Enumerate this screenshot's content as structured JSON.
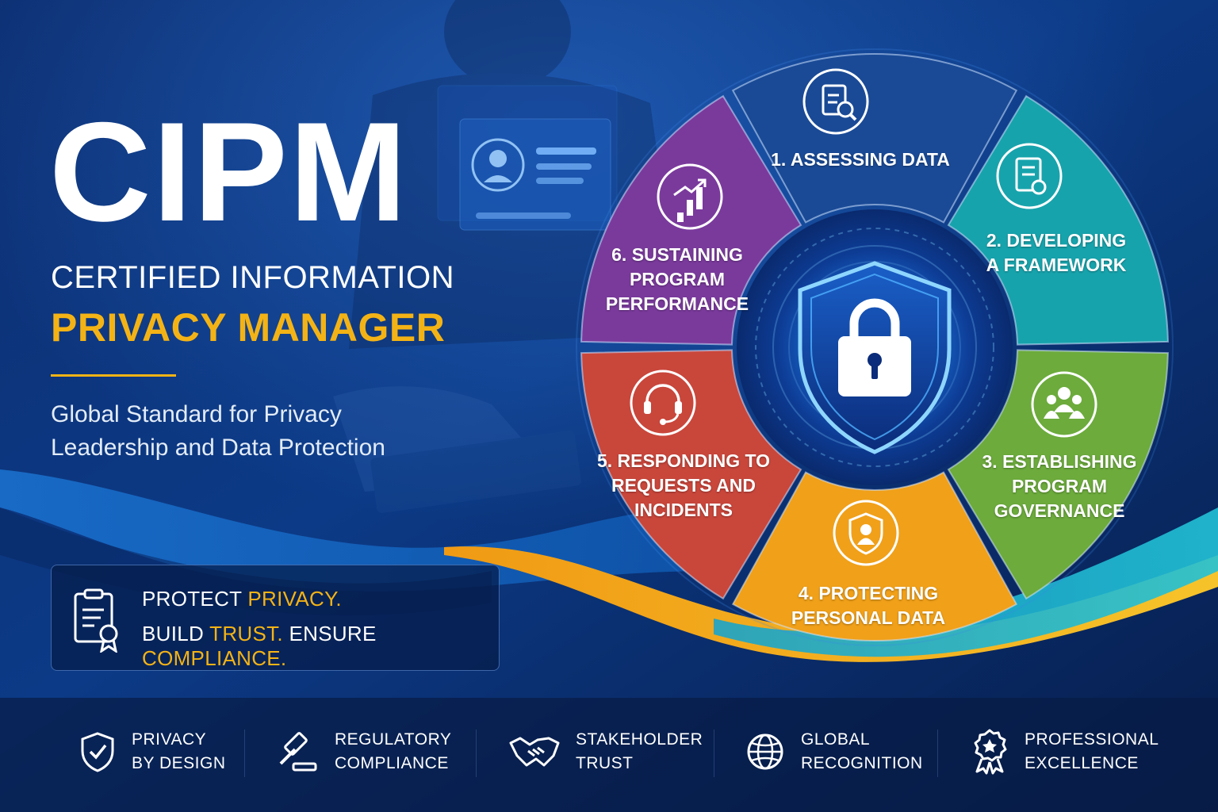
{
  "header": {
    "acronym": "CIPM",
    "title_line1": "CERTIFIED INFORMATION",
    "title_line2": "PRIVACY MANAGER",
    "subtitle_line1": "Global Standard for Privacy",
    "subtitle_line2": "Leadership and Data Protection"
  },
  "motto": {
    "line1_part1": "PROTECT ",
    "line1_part2": "PRIVACY.",
    "line2_part1": "BUILD ",
    "line2_part2": "TRUST.",
    "line2_part3": " ENSURE ",
    "line2_part4": "COMPLIANCE."
  },
  "cycle": {
    "center_icon": "shield-lock-icon",
    "segments": [
      {
        "lines": [
          "1. ASSESSING DATA"
        ],
        "icon": "clipboard-search-icon",
        "color": "#1a4a96"
      },
      {
        "lines": [
          "2. DEVELOPING",
          "A FRAMEWORK"
        ],
        "icon": "document-gear-icon",
        "color": "#17a3ac"
      },
      {
        "lines": [
          "3. ESTABLISHING",
          "PROGRAM",
          "GOVERNANCE"
        ],
        "icon": "people-group-icon",
        "color": "#6cab3c"
      },
      {
        "lines": [
          "4. PROTECTING",
          "PERSONAL DATA"
        ],
        "icon": "shield-user-icon",
        "color": "#f0a019"
      },
      {
        "lines": [
          "5. RESPONDING TO",
          "REQUESTS AND",
          "INCIDENTS"
        ],
        "icon": "headset-icon",
        "color": "#c9463b"
      },
      {
        "lines": [
          "6. SUSTAINING",
          "PROGRAM",
          "PERFORMANCE"
        ],
        "icon": "growth-chart-icon",
        "color": "#7a3a9c"
      }
    ]
  },
  "features": [
    {
      "line1": "PRIVACY",
      "line2": "BY DESIGN",
      "icon": "shield-check-icon"
    },
    {
      "line1": "REGULATORY",
      "line2": "COMPLIANCE",
      "icon": "gavel-icon"
    },
    {
      "line1": "STAKEHOLDER",
      "line2": "TRUST",
      "icon": "handshake-icon"
    },
    {
      "line1": "GLOBAL",
      "line2": "RECOGNITION",
      "icon": "globe-icon"
    },
    {
      "line1": "PROFESSIONAL",
      "line2": "EXCELLENCE",
      "icon": "award-medal-icon"
    }
  ],
  "colors": {
    "accent": "#f4b315",
    "background": "#0a2559"
  }
}
